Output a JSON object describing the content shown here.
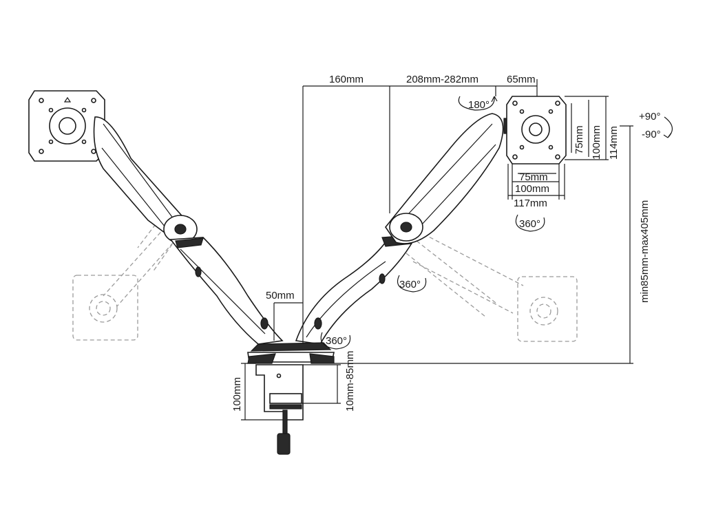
{
  "dimensions": {
    "reach_center": "160mm",
    "arm_extension": "208mm-282mm",
    "plate_offset": "65mm",
    "column_offset": "50mm",
    "vesa_h_75": "75mm",
    "vesa_h_100": "100mm",
    "plate_width": "117mm",
    "vesa_v_75": "75mm",
    "vesa_v_100": "100mm",
    "plate_height": "114mm",
    "height_range": "min85mm-max405mm",
    "clamp_height": "100mm",
    "clamp_opening": "10mm-85mm",
    "clamp_min": "10mm-85mm"
  },
  "angles": {
    "tilt_top": "180°",
    "tilt_plus": "+90°",
    "tilt_minus": "-90°",
    "swivel_plate": "360°",
    "swivel_elbow": "360°",
    "swivel_base": "360°"
  }
}
